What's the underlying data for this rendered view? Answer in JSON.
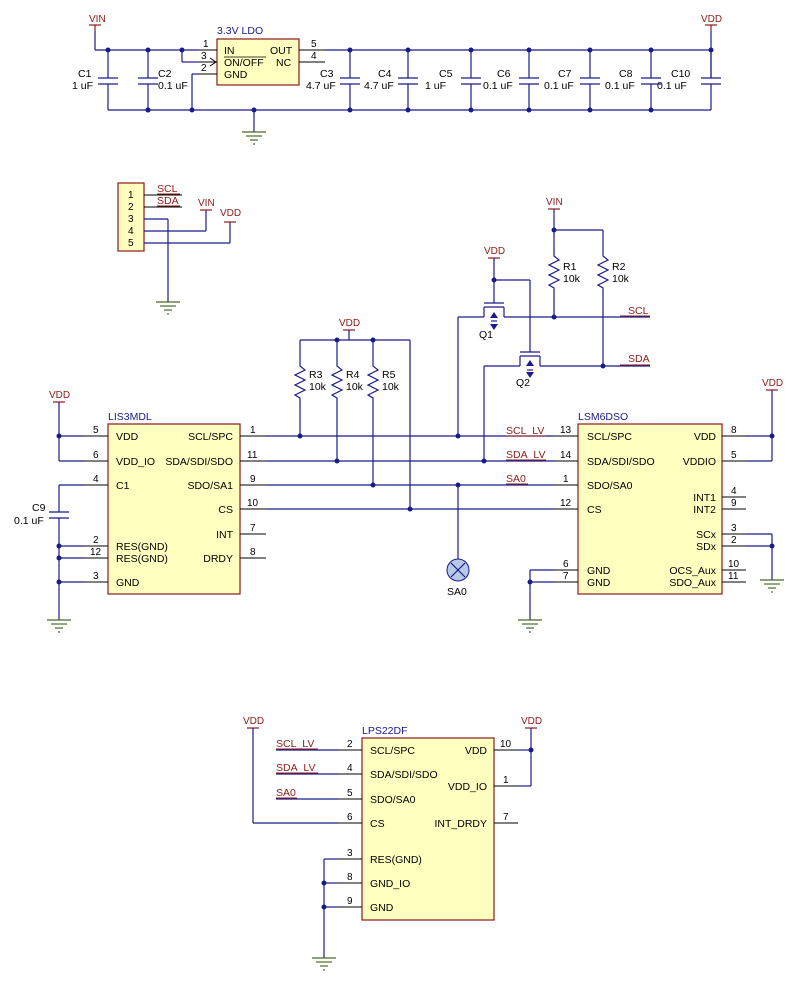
{
  "ldo": {
    "name": "3.3V LDO",
    "pins": {
      "in": "IN",
      "onoff": "ON/OFF",
      "gnd": "GND",
      "out": "OUT",
      "nc": "NC"
    },
    "pin_nums": {
      "in": "1",
      "onoff": "3",
      "gnd": "2",
      "out": "5",
      "nc": "4"
    }
  },
  "power": {
    "vin": "VIN",
    "vdd": "VDD"
  },
  "caps": [
    {
      "ref": "C1",
      "val": "1 uF"
    },
    {
      "ref": "C2",
      "val": "0.1 uF"
    },
    {
      "ref": "C3",
      "val": "4.7 uF"
    },
    {
      "ref": "C4",
      "val": "4.7 uF"
    },
    {
      "ref": "C5",
      "val": "1 uF"
    },
    {
      "ref": "C6",
      "val": "0.1 uF"
    },
    {
      "ref": "C7",
      "val": "0.1 uF"
    },
    {
      "ref": "C8",
      "val": "0.1 uF"
    },
    {
      "ref": "C10",
      "val": "0.1 uF"
    },
    {
      "ref": "C9",
      "val": "0.1 uF"
    }
  ],
  "header": {
    "pins": [
      "1",
      "2",
      "3",
      "4",
      "5"
    ],
    "nets": {
      "scl": "SCL",
      "sda": "SDA"
    }
  },
  "resistors": [
    {
      "ref": "R1",
      "val": "10k"
    },
    {
      "ref": "R2",
      "val": "10k"
    },
    {
      "ref": "R3",
      "val": "10k"
    },
    {
      "ref": "R4",
      "val": "10k"
    },
    {
      "ref": "R5",
      "val": "10k"
    }
  ],
  "transistors": [
    "Q1",
    "Q2"
  ],
  "nets": {
    "scl": "SCL",
    "sda": "SDA",
    "scl_lv": "SCL_LV",
    "sda_lv": "SDA_LV",
    "sa0": "SA0"
  },
  "test_point": "SA0",
  "lis3mdl": {
    "name": "LIS3MDL",
    "left": [
      {
        "num": "5",
        "name": "VDD"
      },
      {
        "num": "6",
        "name": "VDD_IO"
      },
      {
        "num": "4",
        "name": "C1"
      },
      {
        "num": "2",
        "name": "RES(GND)"
      },
      {
        "num": "12",
        "name": "RES(GND)"
      },
      {
        "num": "3",
        "name": "GND"
      }
    ],
    "right": [
      {
        "num": "1",
        "name": "SCL/SPC"
      },
      {
        "num": "11",
        "name": "SDA/SDI/SDO"
      },
      {
        "num": "9",
        "name": "SDO/SA1"
      },
      {
        "num": "10",
        "name": "CS"
      },
      {
        "num": "7",
        "name": "INT"
      },
      {
        "num": "8",
        "name": "DRDY"
      }
    ]
  },
  "lsm6dso": {
    "name": "LSM6DSO",
    "left": [
      {
        "num": "13",
        "name": "SCL/SPC"
      },
      {
        "num": "14",
        "name": "SDA/SDI/SDO"
      },
      {
        "num": "1",
        "name": "SDO/SA0"
      },
      {
        "num": "12",
        "name": "CS"
      },
      {
        "num": "6",
        "name": "GND"
      },
      {
        "num": "7",
        "name": "GND"
      }
    ],
    "right": [
      {
        "num": "8",
        "name": "VDD"
      },
      {
        "num": "5",
        "name": "VDDIO"
      },
      {
        "num": "4",
        "name": "INT1"
      },
      {
        "num": "9",
        "name": "INT2"
      },
      {
        "num": "3",
        "name": "SCx"
      },
      {
        "num": "2",
        "name": "SDx"
      },
      {
        "num": "10",
        "name": "OCS_Aux"
      },
      {
        "num": "11",
        "name": "SDO_Aux"
      }
    ]
  },
  "lps22df": {
    "name": "LPS22DF",
    "left": [
      {
        "num": "2",
        "name": "SCL/SPC"
      },
      {
        "num": "4",
        "name": "SDA/SDI/SDO"
      },
      {
        "num": "5",
        "name": "SDO/SA0"
      },
      {
        "num": "6",
        "name": "CS"
      },
      {
        "num": "3",
        "name": "RES(GND)"
      },
      {
        "num": "8",
        "name": "GND_IO"
      },
      {
        "num": "9",
        "name": "GND"
      }
    ],
    "right": [
      {
        "num": "10",
        "name": "VDD"
      },
      {
        "num": "1",
        "name": "VDD_IO"
      },
      {
        "num": "7",
        "name": "INT_DRDY"
      }
    ]
  }
}
